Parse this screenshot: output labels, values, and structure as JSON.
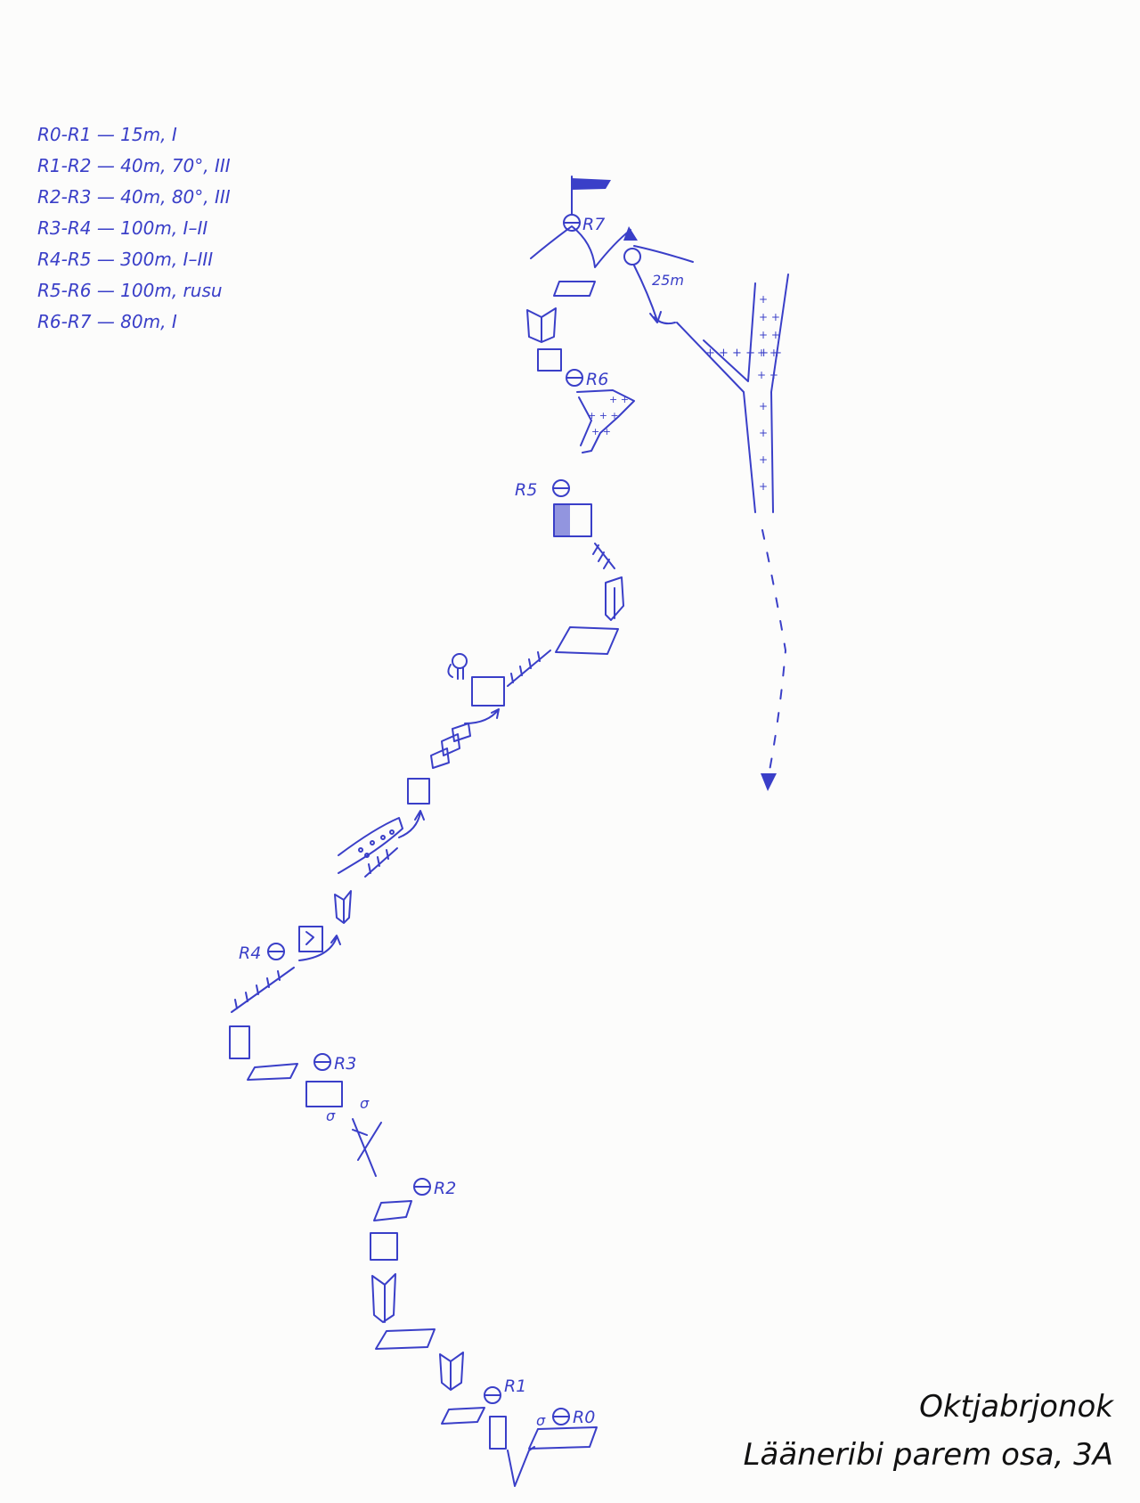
{
  "legend": [
    "R0-R1 — 15m, I",
    "R1-R2 — 40m, 70°, III",
    "R2-R3 — 40m, 80°, III",
    "R3-R4 — 100m, I–II",
    "R4-R5 — 300m, I–III",
    "R5-R6 — 100m, rusu",
    "R6-R7 — 80m, I"
  ],
  "belays": {
    "r0": "R0",
    "r1": "R1",
    "r2": "R2",
    "r3": "R3",
    "r4": "R4",
    "r5": "R5",
    "r6": "R6",
    "r7": "R7"
  },
  "rappel": "25m",
  "title": {
    "line1": "Oktjabrjonok",
    "line2": "Lääneribi parem osa, 3A"
  },
  "colors": {
    "ink": "#3a3fc8",
    "title": "#111111",
    "paper": "#fcfcfb"
  }
}
